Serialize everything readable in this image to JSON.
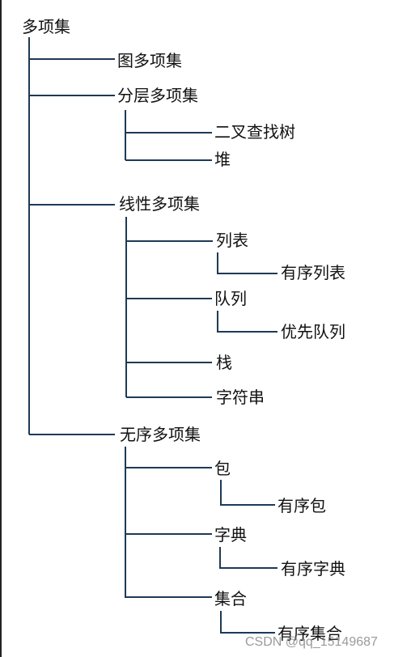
{
  "root": {
    "label": "多项集"
  },
  "branches": [
    {
      "label": "图多项集"
    },
    {
      "label": "分层多项集",
      "children": [
        {
          "label": "二叉查找树"
        },
        {
          "label": "堆"
        }
      ]
    },
    {
      "label": "线性多项集",
      "children": [
        {
          "label": "列表",
          "children": [
            {
              "label": "有序列表"
            }
          ]
        },
        {
          "label": "队列",
          "children": [
            {
              "label": "优先队列"
            }
          ]
        },
        {
          "label": "栈"
        },
        {
          "label": "字符串"
        }
      ]
    },
    {
      "label": "无序多项集",
      "children": [
        {
          "label": "包",
          "children": [
            {
              "label": "有序包"
            }
          ]
        },
        {
          "label": "字典",
          "children": [
            {
              "label": "有序字典"
            }
          ]
        },
        {
          "label": "集合",
          "children": [
            {
              "label": "有序集合"
            }
          ]
        }
      ]
    }
  ],
  "watermark": "CSDN @qq_15149687",
  "colors": {
    "line": "#1d3a55",
    "text": "#111111",
    "background": "#ffffff",
    "watermark": "#9a9a9a"
  }
}
